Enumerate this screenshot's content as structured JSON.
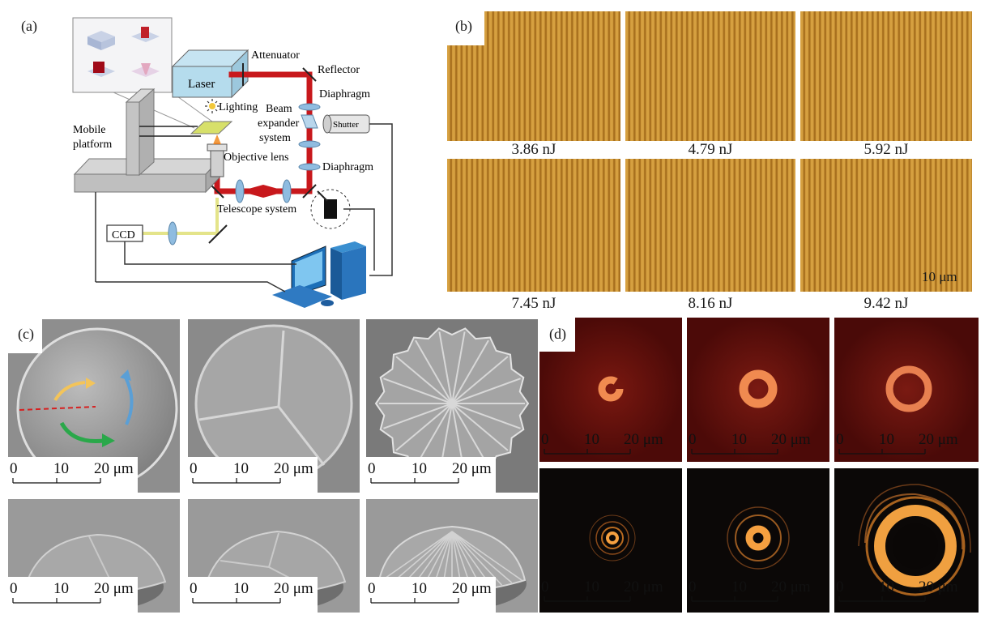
{
  "panels": {
    "a": {
      "label": "(a)",
      "components": {
        "laser": "Laser",
        "attenuator": "Attenuator",
        "reflector": "Reflector",
        "diaphragm_top": "Diaphragm",
        "lighting": "Lighting",
        "beam_l1": "Beam",
        "beam_l2": "expander",
        "beam_l3": "system",
        "shutter": "Shutter",
        "mobile_l1": "Mobile",
        "mobile_l2": "platform",
        "objective": "Objective lens",
        "diaphragm_bottom": "Diaphragm",
        "telescope": "Telescope system",
        "ccd": "CCD"
      }
    },
    "b": {
      "label": "(b)",
      "energies": [
        "3.86 nJ",
        "4.79 nJ",
        "5.92 nJ",
        "7.45 nJ",
        "8.16 nJ",
        "9.42 nJ"
      ],
      "scale_bar": "10 μm",
      "colors": {
        "grating_light": "#d6a040",
        "grating_dark": "#a8701e"
      }
    },
    "c": {
      "label": "(c)",
      "scale": {
        "ticks": [
          "0",
          "10",
          "20 μm"
        ]
      },
      "colors": {
        "sem_bg": "#8c8c8c",
        "arrow_yellow": "#f3c45a",
        "arrow_blue": "#5a9fd6",
        "arrow_green": "#2aa84a",
        "dashed_red": "#d62020"
      }
    },
    "d": {
      "label": "(d)",
      "scale": {
        "ticks": [
          "0",
          "10",
          "20 μm"
        ]
      },
      "colors": {
        "ring_top": "#f08a50",
        "ring_bottom": "#f5a040",
        "bg_top": "#5a0e0c",
        "bg_bottom": "#0b0807"
      }
    }
  }
}
